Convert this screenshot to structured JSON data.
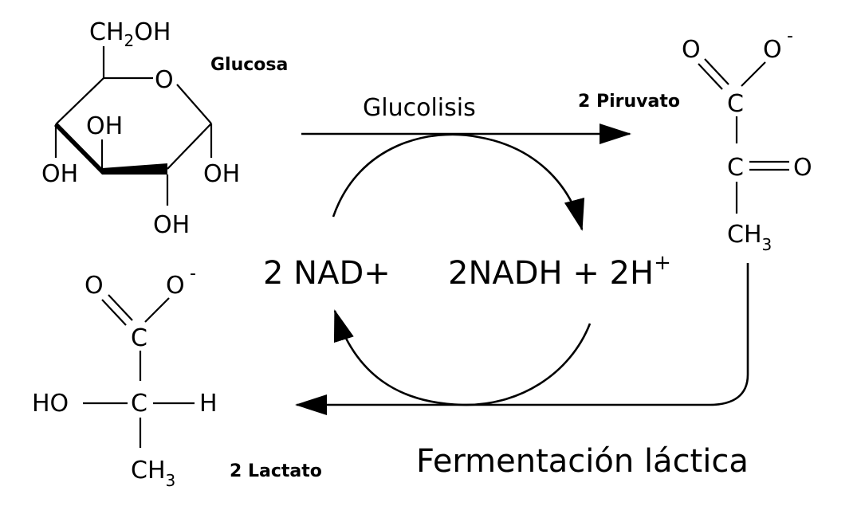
{
  "glucose": {
    "name": "Glucosa",
    "ring_o": "O",
    "ch2oh_ch": "CH",
    "ch2oh_sub": "2",
    "ch2oh_oh": "OH",
    "oh_top": "OH",
    "oh_left": "OH",
    "oh_right": "OH",
    "oh_bottom": "OH"
  },
  "pyruvate": {
    "name": "2 Piruvato",
    "o_double": "O",
    "o_minus": "O",
    "charge": "-",
    "c1": "C",
    "c2": "C",
    "o_keto": "O",
    "ch3_ch": "CH",
    "ch3_sub": "3"
  },
  "lactate": {
    "name": "2 Lactato",
    "o_double": "O",
    "o_minus": "O",
    "charge": "-",
    "c1": "C",
    "ho": "HO",
    "c2": "C",
    "h": "H",
    "ch3_ch": "CH",
    "ch3_sub": "3"
  },
  "process": {
    "glycolysis": "Glucolisis",
    "nad": "2 NAD+",
    "nadh": "2NADH + 2H",
    "nadh_sup": "+",
    "fermentation": "Fermentación láctica"
  }
}
